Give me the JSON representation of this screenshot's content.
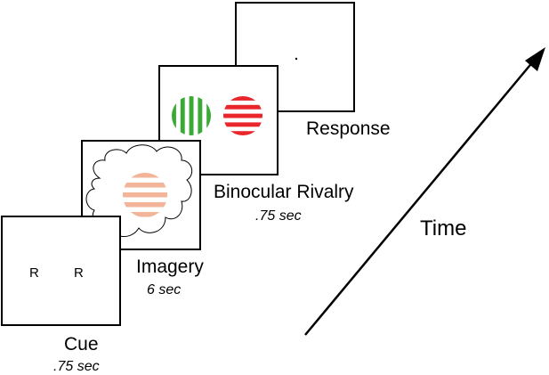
{
  "stages": [
    {
      "id": "response",
      "label": "Response",
      "duration": ""
    },
    {
      "id": "binocular-rivalry",
      "label": "Binocular Rivalry",
      "duration": ".75 sec"
    },
    {
      "id": "imagery",
      "label": "Imagery",
      "duration": "6 sec"
    },
    {
      "id": "cue",
      "label": "Cue",
      "duration": ".75 sec",
      "letters": [
        "R",
        "R"
      ]
    }
  ],
  "axis": {
    "label": "Time"
  },
  "colors": {
    "green_grating": "#3aa935",
    "red_grating": "#e8262b",
    "imagery_grating": "#f2b59a",
    "frame": "#000000"
  },
  "icons": [
    "fixation-dot",
    "thought-cloud",
    "time-arrow"
  ]
}
